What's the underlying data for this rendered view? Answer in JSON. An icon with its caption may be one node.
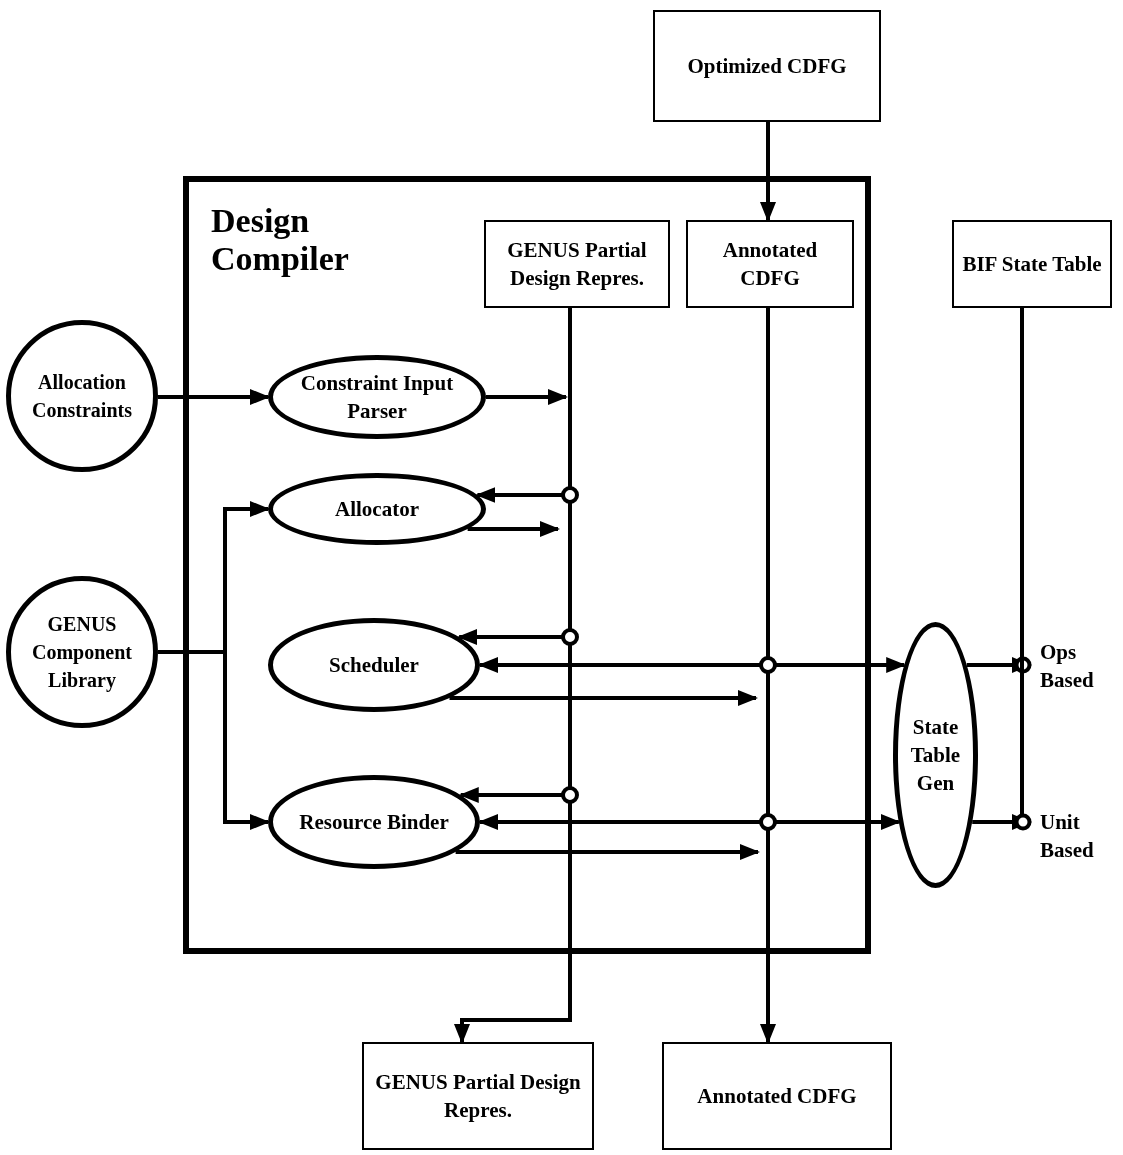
{
  "diagram": {
    "nodes": [
      {
        "text": [
          "Design Compiler"
        ]
      },
      {
        "text": [
          "Optimized CDFG"
        ]
      },
      {
        "text": [
          "GENUS Partial Design Repres."
        ],
        "in": 0
      },
      {
        "text": [
          "Annotated CDFG"
        ],
        "in": 0
      },
      {
        "text": [
          "BIF State Table"
        ]
      },
      {
        "text": [
          "Allocation Constraints"
        ]
      },
      {
        "text": [
          "Constraint Input Parser"
        ],
        "in": 0
      },
      {
        "text": [
          "Allocator"
        ],
        "in": 0
      },
      {
        "text": [
          "GENUS Component Library"
        ]
      },
      {
        "text": [
          "Scheduler"
        ],
        "in": 0
      },
      {
        "text": [
          "Resource Binder"
        ],
        "in": 0
      },
      {
        "text": [
          "State Table Gen"
        ]
      },
      {
        "text": [
          "GENUS Partial Design Repres."
        ]
      },
      {
        "text": [
          "Annotated CDFG"
        ]
      },
      {
        "text": [
          "Ops Based"
        ]
      },
      {
        "text": [
          "Unit Based"
        ]
      }
    ],
    "edges": [
      {
        "from": 1,
        "to": 3,
        "arrow": "to"
      },
      {
        "from": 2,
        "to": 12,
        "arrow": "to"
      },
      {
        "from": 3,
        "to": 13,
        "arrow": "to"
      },
      {
        "from": 5,
        "to": 6,
        "arrow": "to"
      },
      {
        "from": 6,
        "to": null,
        "arrow": "to"
      },
      {
        "from": 2,
        "to": 7,
        "arrow": "to"
      },
      {
        "from": 7,
        "to": null,
        "arrow": "to"
      },
      {
        "from": 8,
        "to": 7,
        "arrow": "to"
      },
      {
        "from": 8,
        "to": 10,
        "arrow": "to"
      },
      {
        "from": 2,
        "to": 9,
        "arrow": "to"
      },
      {
        "from": 3,
        "to": 9,
        "arrow": "to"
      },
      {
        "from": 3,
        "to": 11,
        "arrow": "to"
      },
      {
        "from": 9,
        "to": null,
        "arrow": "to"
      },
      {
        "from": 2,
        "to": 10,
        "arrow": "to"
      },
      {
        "from": 3,
        "to": 10,
        "arrow": "to"
      },
      {
        "from": 3,
        "to": 11,
        "arrow": "to"
      },
      {
        "from": 10,
        "to": null,
        "arrow": "to"
      },
      {
        "from": 11,
        "to": 14,
        "arrow": "to"
      },
      {
        "from": 11,
        "to": 15,
        "arrow": "to"
      },
      {
        "from": 4,
        "to": 14,
        "arrow": "other"
      },
      {
        "from": 4,
        "to": 15,
        "arrow": "other"
      }
    ]
  }
}
